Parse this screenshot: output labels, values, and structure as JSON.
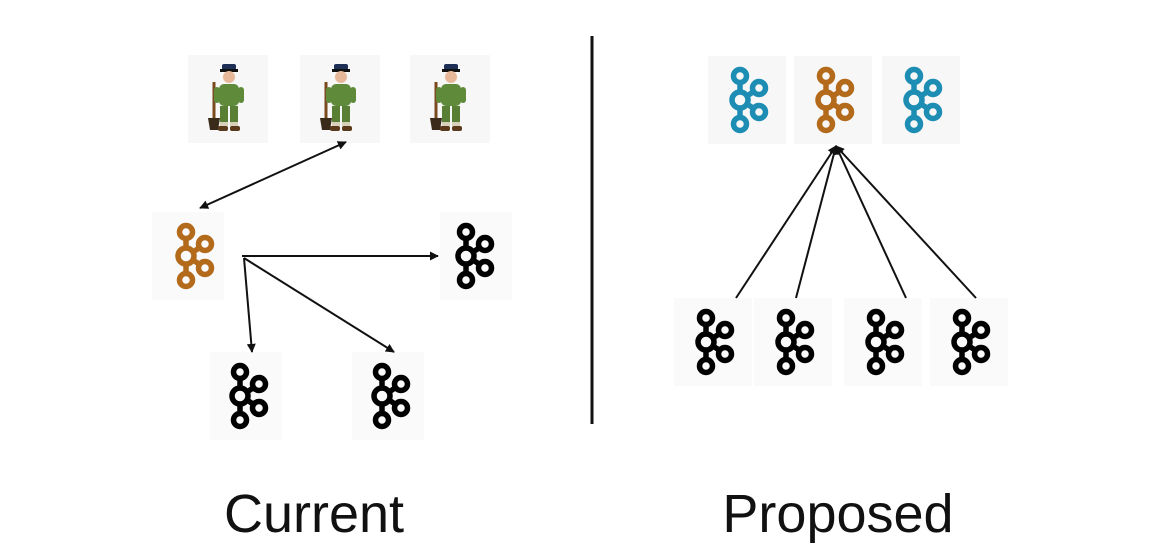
{
  "captions": {
    "current": "Current",
    "proposed": "Proposed"
  },
  "icons": {
    "zookeeper": "zookeeper-keeper-icon",
    "kafka": "kafka-logo-icon"
  },
  "colors": {
    "controller_orange": "#b36a1a",
    "voter_blue": "#1d8db3",
    "broker_black": "#000000",
    "keeper_uniform": "#5f8a3a",
    "divider": "#111111",
    "arrow": "#111111"
  },
  "current": {
    "zookeeper_nodes": 3,
    "controller": "orange",
    "brokers": 3
  },
  "proposed": {
    "quorum": [
      "blue",
      "orange",
      "blue"
    ],
    "brokers": 4
  }
}
